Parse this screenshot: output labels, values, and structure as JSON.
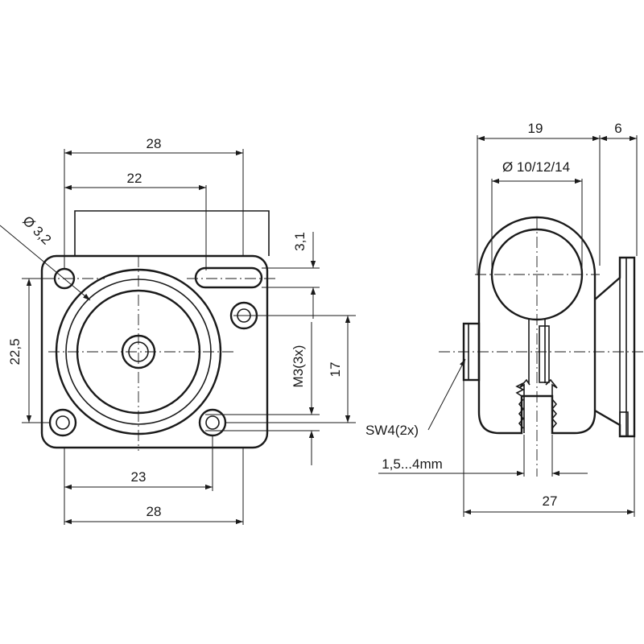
{
  "front_view": {
    "dims": {
      "top_width": "28",
      "top_inner_width": "22",
      "hole_diameter": "Ø 3,2",
      "slot_height": "3,1",
      "left_height": "22,5",
      "thread": "M3(3x)",
      "right_height": "17",
      "bottom_inner_width": "23",
      "bottom_width": "28"
    }
  },
  "side_view": {
    "dims": {
      "width_19": "19",
      "width_6": "6",
      "bore_diameters": "Ø 10/12/14",
      "wrench": "SW4(2x)",
      "clamp_range": "1,5...4mm",
      "total_width": "27"
    }
  }
}
